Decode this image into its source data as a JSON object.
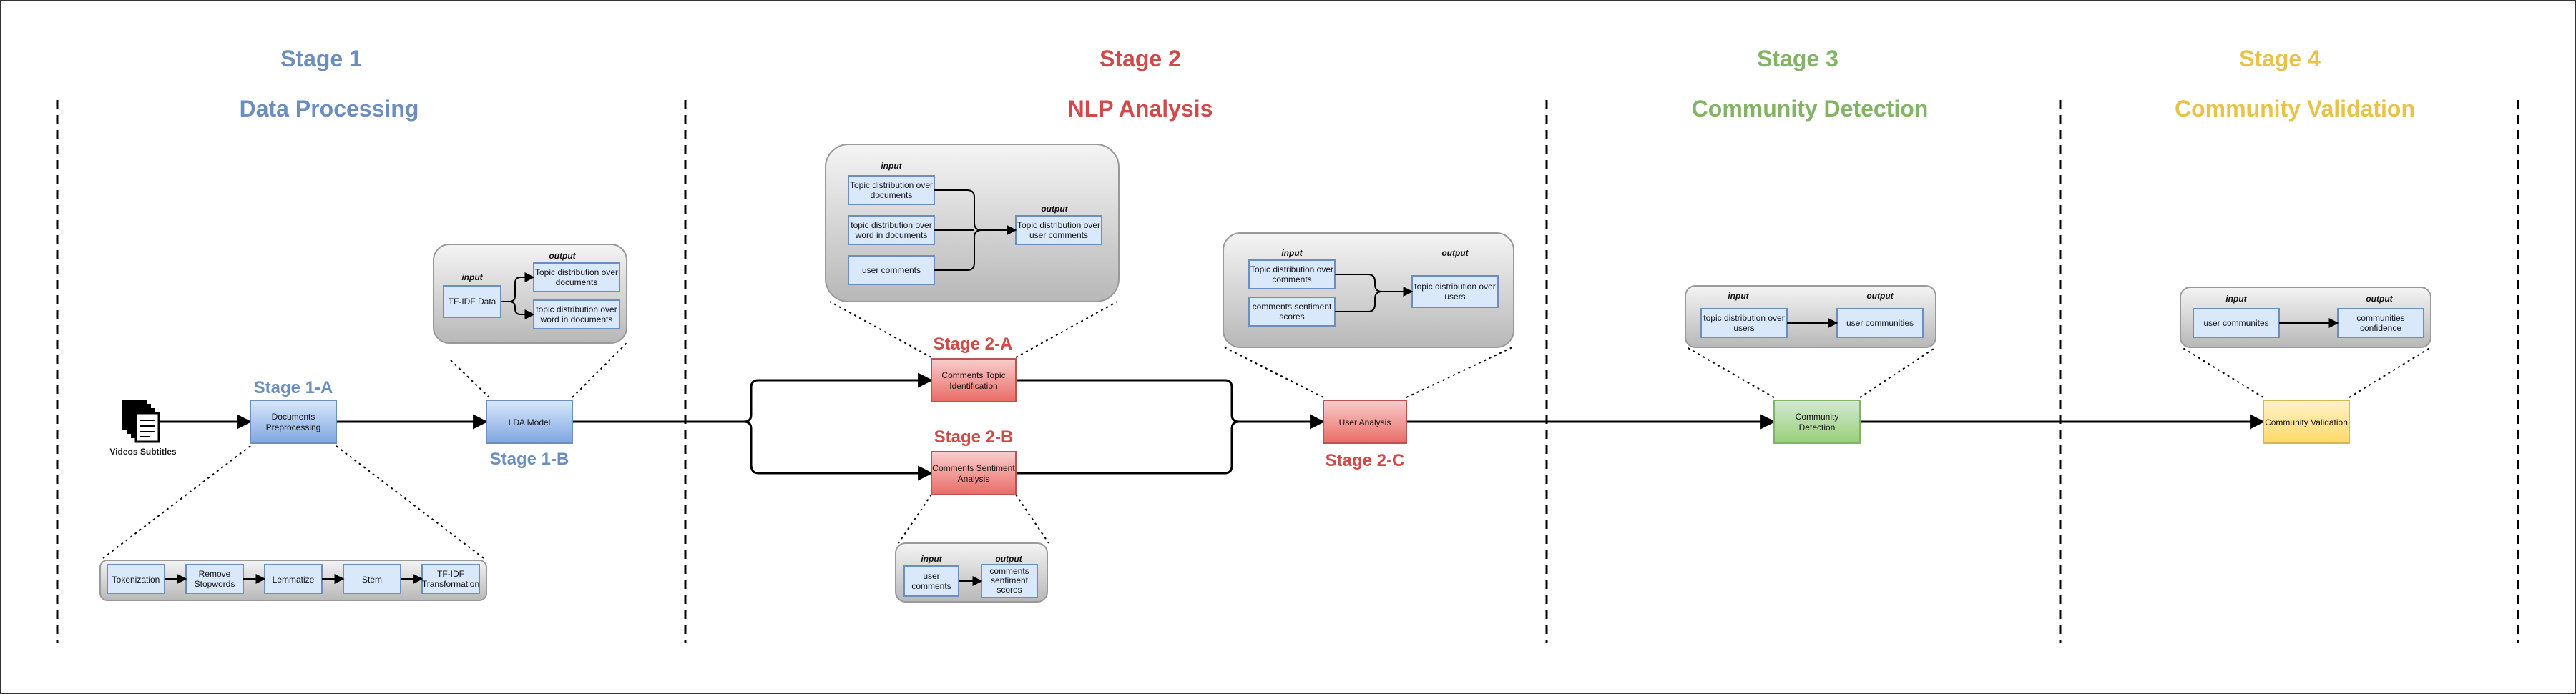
{
  "colors": {
    "stage1": "#6c8ebf",
    "stage2": "#d04a4a",
    "stage3": "#82b366",
    "stage4": "#e8c24a",
    "blue_box_fill": "#dae8fc",
    "blue_box_stroke": "#6c8ebf",
    "red_box_fill": "#f19c99",
    "red_box_stroke": "#b85450",
    "green_box_fill": "#d5e8d4",
    "green_box_stroke": "#82b366",
    "yellow_box_fill": "#fff2cc",
    "yellow_box_stroke": "#d6b656"
  },
  "stages": [
    {
      "number": "Stage 1",
      "title": "Data Processing"
    },
    {
      "number": "Stage 2",
      "title": "NLP Analysis"
    },
    {
      "number": "Stage 3",
      "title": "Community Detection"
    },
    {
      "number": "Stage 4",
      "title": "Community Validation"
    }
  ],
  "source": {
    "icon": "documents-stack-icon",
    "caption": "Videos Subtitles"
  },
  "stage1a": {
    "label": "Stage 1-A",
    "box": [
      "Documents",
      "Preprocessing"
    ],
    "steps": [
      [
        "Tokenization"
      ],
      [
        "Remove",
        "Stopwords"
      ],
      [
        "Lemmatize"
      ],
      [
        "Stem"
      ],
      [
        "TF-IDF",
        "Transformation"
      ]
    ]
  },
  "stage1b": {
    "label": "Stage 1-B",
    "box": [
      "LDA Model"
    ],
    "input_label": "input",
    "output_label": "output",
    "input": [
      "TF-IDF Data"
    ],
    "outputs": [
      [
        "Topic distribution over",
        "documents"
      ],
      [
        "topic distribution over",
        "word in documents"
      ]
    ]
  },
  "stage2a": {
    "label": "Stage 2-A",
    "box": [
      "Comments Topic",
      "Identification"
    ],
    "input_label": "input",
    "output_label": "output",
    "inputs": [
      [
        "Topic distribution over",
        "documents"
      ],
      [
        "topic distribution over",
        "word in documents"
      ],
      [
        "user comments"
      ]
    ],
    "output": [
      "Topic distribution over",
      "user comments"
    ]
  },
  "stage2b": {
    "label": "Stage 2-B",
    "box": [
      "Comments Sentiment",
      "Analysis"
    ],
    "input_label": "input",
    "output_label": "output",
    "input": [
      "user",
      "comments"
    ],
    "output": [
      "comments",
      "sentiment",
      "scores"
    ]
  },
  "stage2c": {
    "label": "Stage 2-C",
    "box": [
      "User Analysis"
    ],
    "input_label": "input",
    "output_label": "output",
    "inputs": [
      [
        "Topic distribution over",
        "comments"
      ],
      [
        "comments sentiment",
        "scores"
      ]
    ],
    "output": [
      "topic distribution over",
      "users"
    ]
  },
  "stage3": {
    "box": [
      "Community",
      "Detection"
    ],
    "input_label": "input",
    "output_label": "output",
    "input": [
      "topic distribution over",
      "users"
    ],
    "output": [
      "user communities"
    ]
  },
  "stage4": {
    "box": [
      "Community Validation"
    ],
    "input_label": "input",
    "output_label": "output",
    "input": [
      "user communites"
    ],
    "output": [
      "communities",
      "confidence"
    ]
  }
}
